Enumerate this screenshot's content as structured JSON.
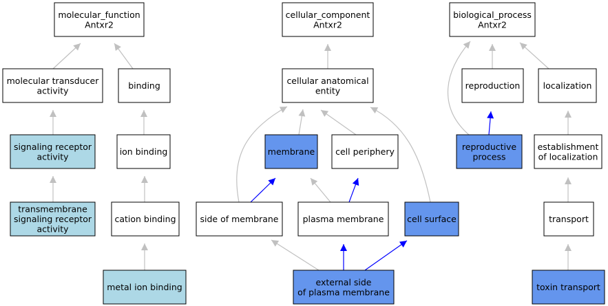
{
  "colors": {
    "plain": "#ffffff",
    "light": "#add8e6",
    "strong": "#6495ed",
    "edge_gray": "#c0c0c0",
    "edge_blue": "#0000ff"
  },
  "nodes": [
    {
      "id": "mf",
      "lines": [
        "molecular_function",
        "Antxr2"
      ],
      "style": "plain"
    },
    {
      "id": "mta",
      "lines": [
        "molecular transducer",
        "activity"
      ],
      "style": "plain"
    },
    {
      "id": "binding",
      "lines": [
        "binding"
      ],
      "style": "plain"
    },
    {
      "id": "sra",
      "lines": [
        "signaling receptor",
        "activity"
      ],
      "style": "light"
    },
    {
      "id": "ionb",
      "lines": [
        "ion binding"
      ],
      "style": "plain"
    },
    {
      "id": "tsra",
      "lines": [
        "transmembrane",
        "signaling receptor",
        "activity"
      ],
      "style": "light"
    },
    {
      "id": "cationb",
      "lines": [
        "cation binding"
      ],
      "style": "plain"
    },
    {
      "id": "metalb",
      "lines": [
        "metal ion binding"
      ],
      "style": "light"
    },
    {
      "id": "cc",
      "lines": [
        "cellular_component",
        "Antxr2"
      ],
      "style": "plain"
    },
    {
      "id": "cae",
      "lines": [
        "cellular anatomical",
        "entity"
      ],
      "style": "plain"
    },
    {
      "id": "membrane",
      "lines": [
        "membrane"
      ],
      "style": "strong"
    },
    {
      "id": "cellper",
      "lines": [
        "cell periphery"
      ],
      "style": "plain"
    },
    {
      "id": "sidemem",
      "lines": [
        "side of membrane"
      ],
      "style": "plain"
    },
    {
      "id": "plasmamem",
      "lines": [
        "plasma membrane"
      ],
      "style": "plain"
    },
    {
      "id": "cellsurf",
      "lines": [
        "cell surface"
      ],
      "style": "strong"
    },
    {
      "id": "extside",
      "lines": [
        "external side",
        "of plasma membrane"
      ],
      "style": "strong"
    },
    {
      "id": "bp",
      "lines": [
        "biological_process",
        "Antxr2"
      ],
      "style": "plain"
    },
    {
      "id": "repro",
      "lines": [
        "reproduction"
      ],
      "style": "plain"
    },
    {
      "id": "local",
      "lines": [
        "localization"
      ],
      "style": "plain"
    },
    {
      "id": "reprop",
      "lines": [
        "reproductive",
        "process"
      ],
      "style": "strong"
    },
    {
      "id": "estloc",
      "lines": [
        "establishment",
        "of localization"
      ],
      "style": "plain"
    },
    {
      "id": "transport",
      "lines": [
        "transport"
      ],
      "style": "plain"
    },
    {
      "id": "toxin",
      "lines": [
        "toxin transport"
      ],
      "style": "strong"
    }
  ],
  "edges": [
    {
      "from": "mta",
      "to": "mf",
      "color": "gray"
    },
    {
      "from": "binding",
      "to": "mf",
      "color": "gray"
    },
    {
      "from": "sra",
      "to": "mta",
      "color": "gray"
    },
    {
      "from": "ionb",
      "to": "binding",
      "color": "gray"
    },
    {
      "from": "tsra",
      "to": "sra",
      "color": "gray"
    },
    {
      "from": "cationb",
      "to": "ionb",
      "color": "gray"
    },
    {
      "from": "metalb",
      "to": "cationb",
      "color": "gray"
    },
    {
      "from": "cae",
      "to": "cc",
      "color": "gray"
    },
    {
      "from": "membrane",
      "to": "cae",
      "color": "gray"
    },
    {
      "from": "cellper",
      "to": "cae",
      "color": "gray"
    },
    {
      "from": "sidemem",
      "to": "cae",
      "color": "gray"
    },
    {
      "from": "cellsurf",
      "to": "cae",
      "color": "gray"
    },
    {
      "from": "sidemem",
      "to": "membrane",
      "color": "blue"
    },
    {
      "from": "plasmamem",
      "to": "membrane",
      "color": "gray"
    },
    {
      "from": "plasmamem",
      "to": "cellper",
      "color": "blue"
    },
    {
      "from": "extside",
      "to": "sidemem",
      "color": "gray"
    },
    {
      "from": "extside",
      "to": "plasmamem",
      "color": "blue"
    },
    {
      "from": "extside",
      "to": "cellsurf",
      "color": "blue"
    },
    {
      "from": "repro",
      "to": "bp",
      "color": "gray"
    },
    {
      "from": "local",
      "to": "bp",
      "color": "gray"
    },
    {
      "from": "reprop",
      "to": "bp",
      "color": "gray"
    },
    {
      "from": "reprop",
      "to": "repro",
      "color": "blue"
    },
    {
      "from": "estloc",
      "to": "local",
      "color": "gray"
    },
    {
      "from": "transport",
      "to": "estloc",
      "color": "gray"
    },
    {
      "from": "toxin",
      "to": "transport",
      "color": "gray"
    }
  ]
}
